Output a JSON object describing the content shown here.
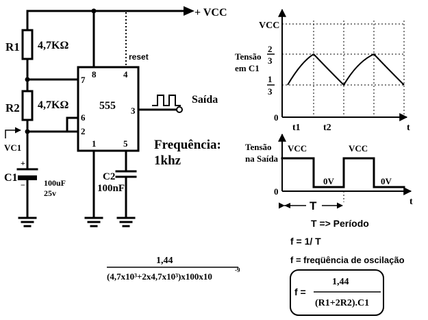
{
  "supply": {
    "label": "+ VCC"
  },
  "components": {
    "r1": {
      "name": "R1",
      "value": "4,7KΩ"
    },
    "r2": {
      "name": "R2",
      "value": "4,7KΩ"
    },
    "c1": {
      "name": "C1",
      "value": "100uF",
      "voltage": "25v",
      "plus": "+",
      "minus": "−"
    },
    "c2": {
      "name": "C2",
      "value": "100nF"
    },
    "ic": {
      "name": "555",
      "pin1": "1",
      "pin2": "2",
      "pin3": "3",
      "pin4": "4",
      "pin5": "5",
      "pin6": "6",
      "pin7": "7",
      "pin8": "8"
    }
  },
  "labels": {
    "reset": "reset",
    "output": "Saída",
    "vc1": "VC1",
    "frequency_title": "Frequência:",
    "frequency_value": "1khz"
  },
  "graph_top": {
    "vcc": "VCC",
    "tension_line1": "Tensão",
    "tension_line2": "em C1",
    "two_num": "2",
    "two_den": "3",
    "one_num": "1",
    "one_den": "3",
    "zero": "0",
    "t1": "t1",
    "t2": "t2",
    "t": "t"
  },
  "graph_bottom": {
    "tension_line1": "Tensão",
    "tension_line2": "na Saída",
    "vcc_a": "VCC",
    "vcc_b": "VCC",
    "ov_a": "0V",
    "ov_b": "0V",
    "zero": "0",
    "t": "t",
    "T": "T",
    "period": "T => Período"
  },
  "formulas": {
    "f_def": "f = 1/ T",
    "f_desc": "f = freqüência de oscilação",
    "f_prefix": "f =",
    "f_num": "1,44",
    "f_den": "(R1+2R2).C1",
    "calc_num": "1,44",
    "calc_den": "(4,7x10³+2x4,7x10³)x100x10",
    "calc_exp": "-9"
  }
}
